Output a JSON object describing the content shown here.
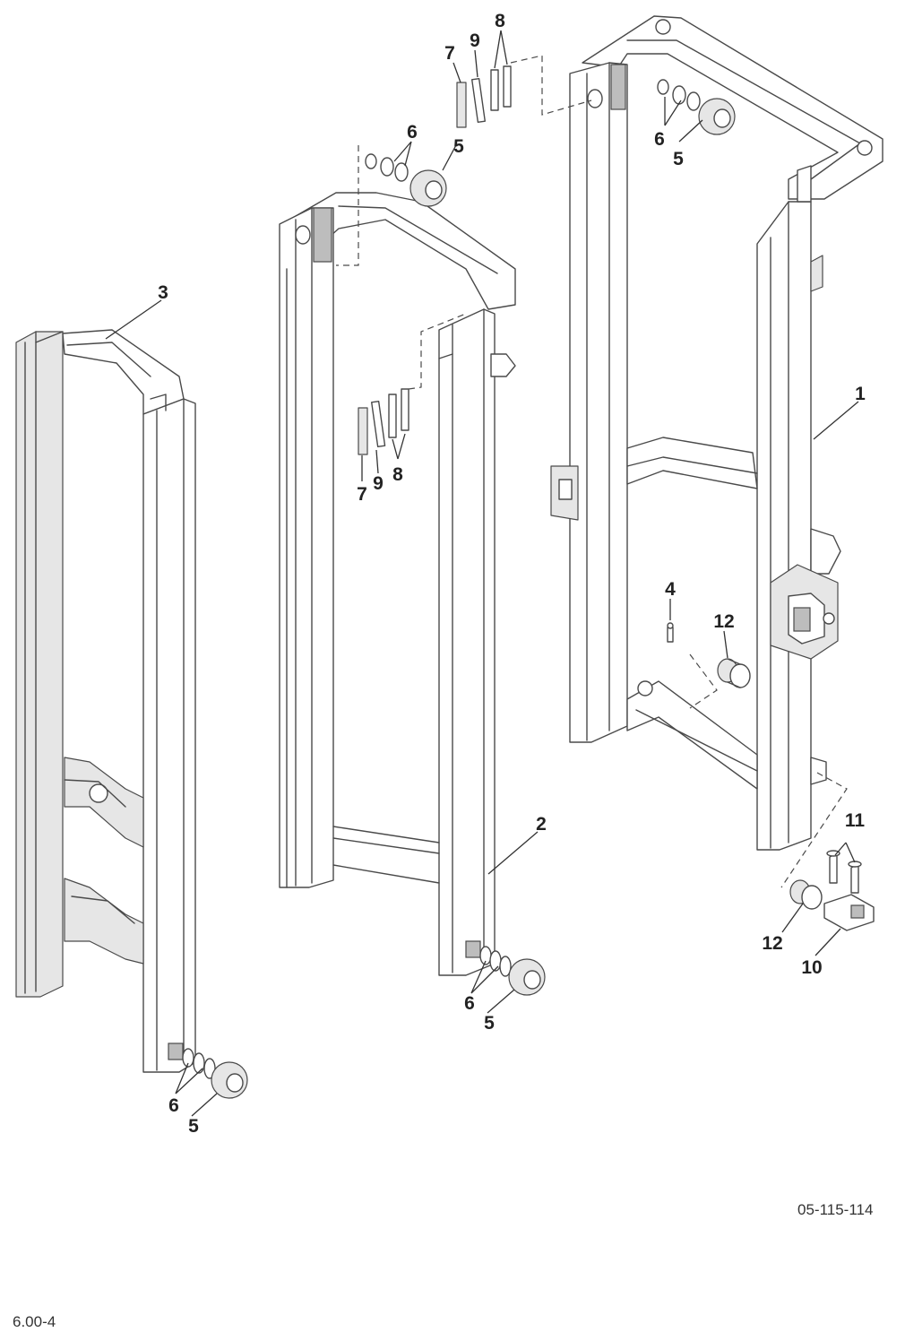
{
  "callouts": {
    "c1": "1",
    "c2": "2",
    "c3": "3",
    "c4": "4",
    "c5_top_mid": "5",
    "c6_top_mid": "6",
    "c5_top_right": "5",
    "c6_top_right": "6",
    "c7_top": "7",
    "c9_top": "9",
    "c8_top": "8",
    "c7_mid": "7",
    "c9_mid": "9",
    "c8_mid": "8",
    "c12_upper": "12",
    "c11": "11",
    "c12_lower": "12",
    "c10": "10",
    "c6_bot_mid": "6",
    "c5_bot_mid": "5",
    "c6_bot_left": "6",
    "c5_bot_left": "5"
  },
  "drawing_number": "05-115-114",
  "page_number": "6.00-4"
}
